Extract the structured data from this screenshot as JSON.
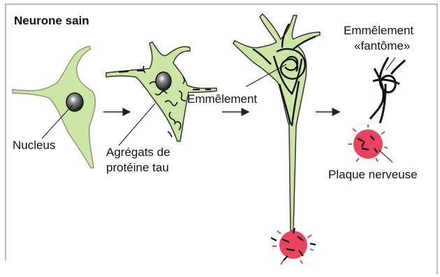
{
  "title": "Neurone sain",
  "labels": {
    "nucleus": "Nucleus",
    "tau_line1": "Agrégats de",
    "tau_line2": "protéine tau",
    "tangle": "Emmêlement",
    "ghost_line1": "Emmêlement",
    "ghost_line2": "«fantôme»",
    "plaque": "Plaque nerveuse"
  },
  "colors": {
    "cell_fill": "#cde6a6",
    "cell_stroke": "#8a9a7a",
    "tangle": "#111111",
    "plaque": "#e8435f",
    "frame": "#777777"
  }
}
